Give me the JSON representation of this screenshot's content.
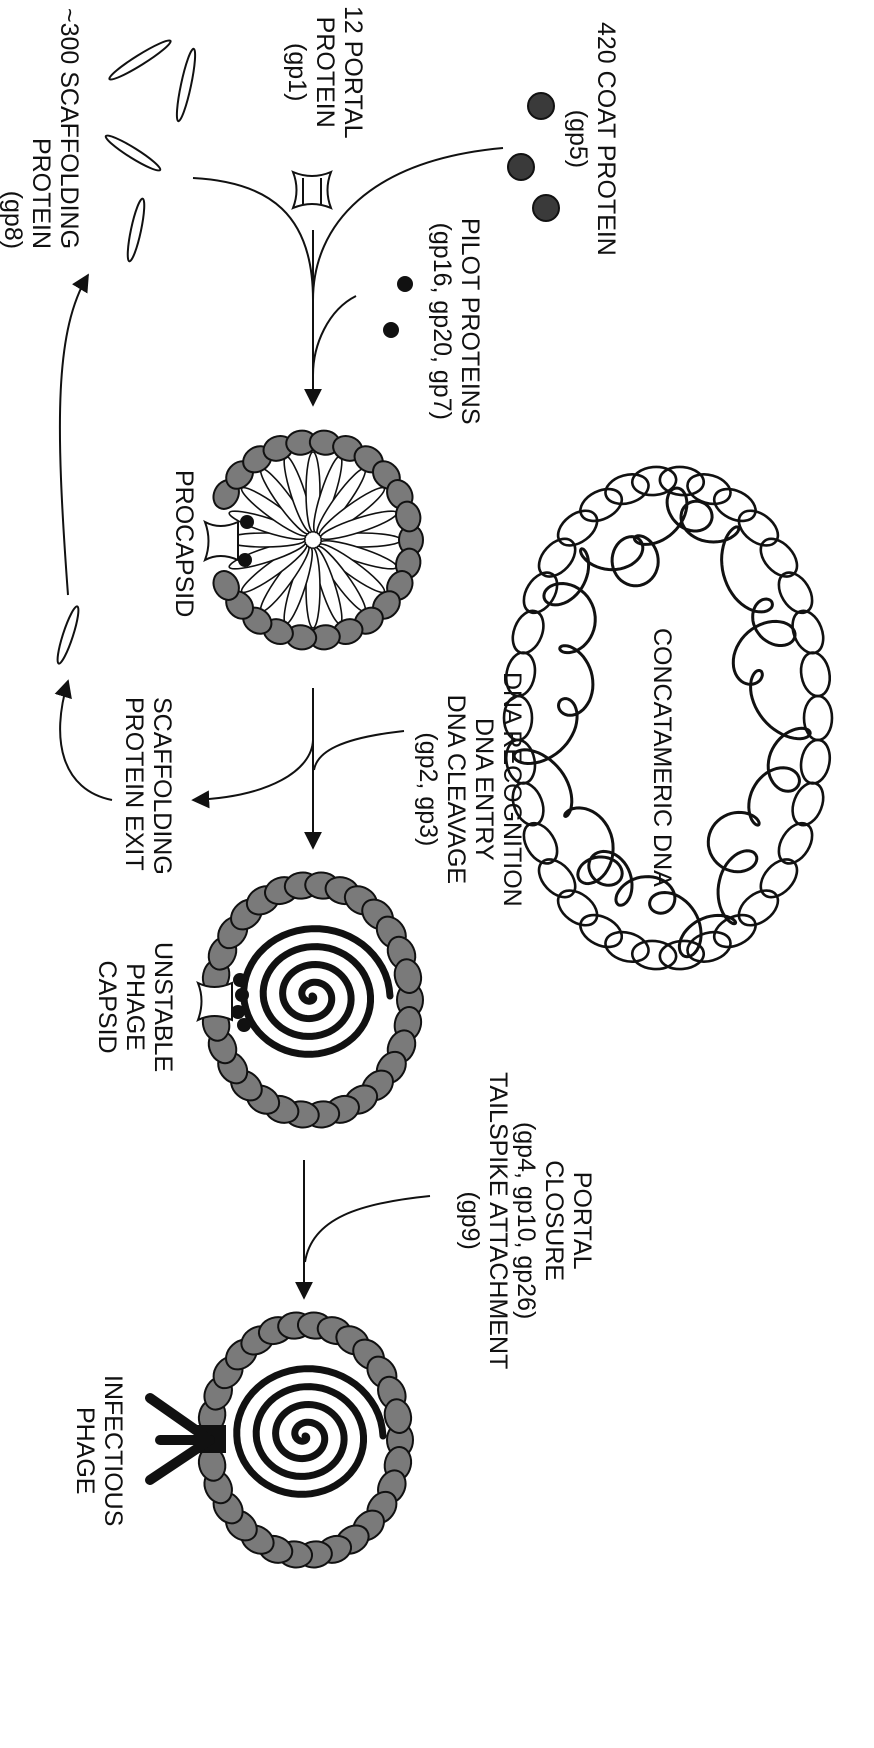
{
  "labels": {
    "coat_protein": [
      "420 COAT PROTEIN",
      "(gp5)"
    ],
    "portal_protein": [
      "12 PORTAL",
      "PROTEIN",
      "(gp1)"
    ],
    "scaffolding_protein": [
      "~300 SCAFFOLDING",
      "PROTEIN",
      "(gp8)"
    ],
    "pilot_proteins": [
      "PILOT PROTEINS",
      "(gp16, gp20, gp7)"
    ],
    "procapsid": [
      "PROCAPSID"
    ],
    "concatameric_dna": [
      "CONCATAMERIC DNA"
    ],
    "dna_steps": [
      "DNA RECOGNITION",
      "DNA ENTRY",
      "DNA CLEAVAGE",
      "(gp2, gp3)"
    ],
    "scaffolding_exit": [
      "SCAFFOLDING",
      "PROTEIN  EXIT"
    ],
    "unstable_capsid": [
      "UNSTABLE",
      "PHAGE",
      "CAPSID"
    ],
    "portal_closure": [
      "PORTAL",
      "CLOSURE",
      "(gp4, gp10, gp26)",
      "TAILSPIKE ATTACHMENT",
      "(gp9)"
    ],
    "infectious_phage": [
      "INFECTIOUS",
      "PHAGE"
    ]
  },
  "colors": {
    "ink": "#111111",
    "coat_fill": "#7a7a7a",
    "coat_dot_fill": "#3a3a3a",
    "background": "#ffffff"
  }
}
